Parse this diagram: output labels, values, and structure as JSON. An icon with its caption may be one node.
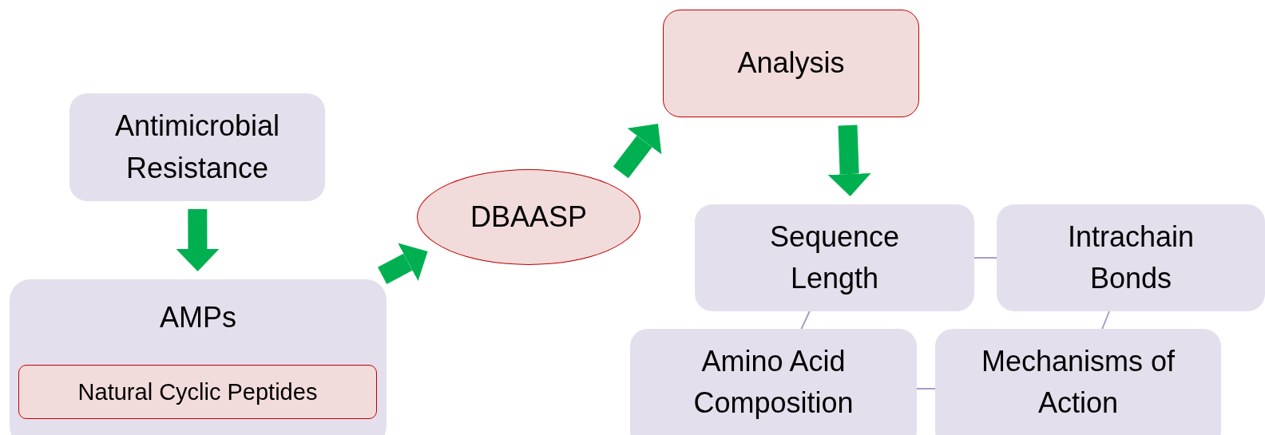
{
  "diagram": {
    "nodes": [
      {
        "text": [
          "Antimicrobial Resistance"
        ]
      },
      {
        "text": [
          "AMPs"
        ]
      },
      {
        "text": [
          "Natural Cyclic Peptides"
        ],
        "in": 1
      },
      {
        "text": [
          "DBAASP"
        ]
      },
      {
        "text": [
          "Analysis"
        ]
      },
      {
        "text": [
          "Sequence Length"
        ]
      },
      {
        "text": [
          "Intrachain Bonds"
        ]
      },
      {
        "text": [
          "Amino Acid Composition"
        ]
      },
      {
        "text": [
          "Mechanisms of Action"
        ]
      }
    ],
    "edges": [
      {
        "from": 0,
        "to": 1,
        "arrow": "to",
        "style": "thick"
      },
      {
        "from": 1,
        "to": 3,
        "arrow": "to",
        "style": "thick"
      },
      {
        "from": 3,
        "to": 4,
        "arrow": "to",
        "style": "thick"
      },
      {
        "from": 4,
        "to": 5,
        "arrow": "to",
        "style": "thick"
      },
      {
        "from": 5,
        "to": 6,
        "arrow": "none",
        "color": "#a99bc9"
      },
      {
        "from": 5,
        "to": 7,
        "arrow": "none",
        "color": "#a99bc9"
      },
      {
        "from": 6,
        "to": 8,
        "arrow": "none",
        "color": "#a99bc9"
      },
      {
        "from": 7,
        "to": 8,
        "arrow": "none",
        "color": "#a99bc9"
      }
    ]
  }
}
